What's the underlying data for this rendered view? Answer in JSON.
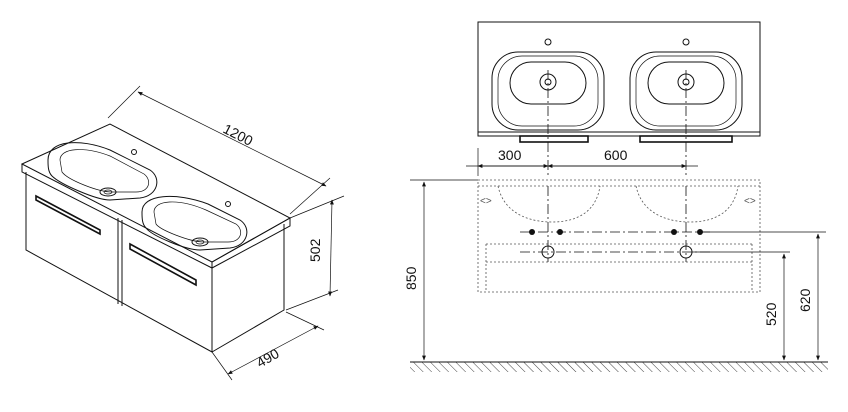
{
  "dimensions": {
    "width": "1200",
    "height": "502",
    "depth": "490",
    "offset_left": "300",
    "offset_between": "600",
    "total_height": "850",
    "waste_height": "520",
    "supply_height": "620"
  }
}
